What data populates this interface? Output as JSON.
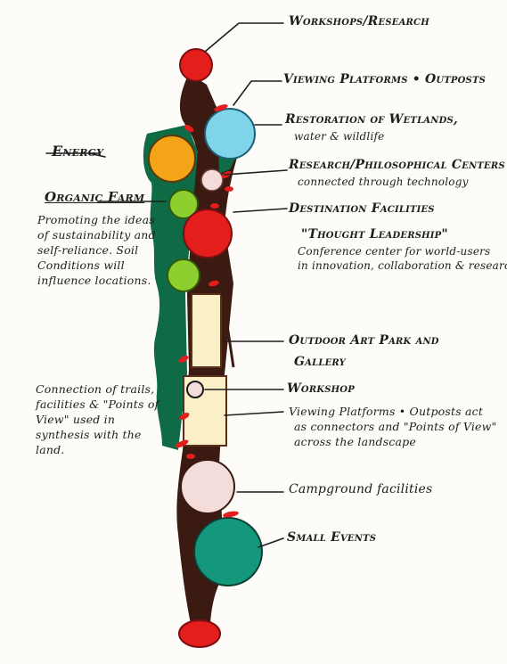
{
  "colors": {
    "ink": "#1d1d1d",
    "trunk": "#3b1a12",
    "marsh": "#0e6b45",
    "red": "#e41d1d",
    "orange": "#f3a418",
    "cyan": "#7fd4ea",
    "lime": "#8ccf2e",
    "pink": "#f3dcd9",
    "teal": "#14977a",
    "parchment": "#fbefc8"
  },
  "labels": {
    "workshops_research": "Workshops/Research",
    "viewing_platforms_top": "Viewing Platforms • Outposts",
    "restoration": "Restoration of Wetlands,",
    "restoration_sub": "water & wildlife",
    "research_centers": "Research/Philosophical Centers",
    "research_centers_sub": "connected through technology",
    "destination": "Destination Facilities",
    "thought": "\"Thought Leadership\"",
    "thought_sub1": "Conference center for world-users",
    "thought_sub2": "in innovation, collaboration & research",
    "energy": "Energy",
    "organic_farm": "Organic Farm",
    "farm_note": "Promoting the ideas of sustainability and self-reliance. Soil Conditions will influence locations.",
    "art_park": "Outdoor Art Park and",
    "art_park_2": "Gallery",
    "trails_note": "Connection of trails, facilities & \"Points of View\" used in synthesis with the land.",
    "workshop": "Workshop",
    "viewing_platforms_2": "Viewing Platforms • Outposts act",
    "viewing_platforms_2b": "as connectors and \"Points of View\"",
    "viewing_platforms_2c": "across the landscape",
    "campground": "Campground facilities",
    "small_events": "Small Events"
  }
}
